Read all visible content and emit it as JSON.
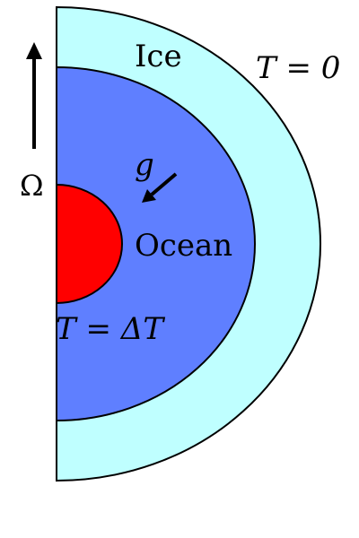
{
  "labels": {
    "ice": "Ice",
    "ocean": "Ocean",
    "top_temp": "T = 0",
    "bottom_temp": "T = ΔT",
    "rotation": "Ω",
    "gravity": "g"
  },
  "colors": {
    "ice": "#bfffff",
    "ocean": "#5f7fff",
    "core": "#ff0000",
    "stroke": "#000000"
  }
}
